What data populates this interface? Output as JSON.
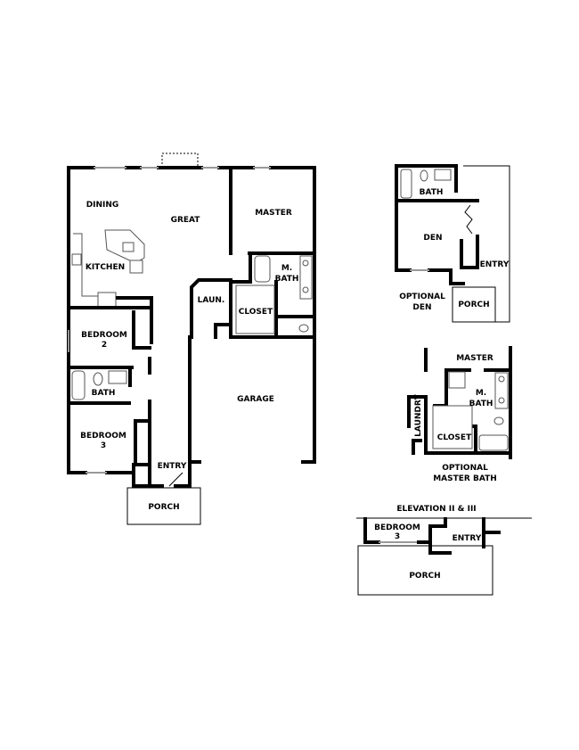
{
  "main_plan": {
    "rooms": {
      "dining": "DINING",
      "great": "GREAT",
      "master": "MASTER",
      "kitchen": "KITCHEN",
      "m_bath_1": "M.",
      "m_bath_2": "BATH",
      "laundry": "LAUN.",
      "closet": "CLOSET",
      "bedroom2_1": "BEDROOM",
      "bedroom2_2": "2",
      "bath": "BATH",
      "garage": "GARAGE",
      "bedroom3_1": "BEDROOM",
      "bedroom3_2": "3",
      "entry": "ENTRY",
      "porch": "PORCH"
    }
  },
  "optional_den": {
    "rooms": {
      "bath": "BATH",
      "den": "DEN",
      "entry": "ENTRY",
      "porch": "PORCH"
    },
    "caption_1": "OPTIONAL",
    "caption_2": "DEN"
  },
  "optional_master_bath": {
    "rooms": {
      "master": "MASTER",
      "m_bath_1": "M.",
      "m_bath_2": "BATH",
      "laundry": "LAUNDRY",
      "closet": "CLOSET"
    },
    "caption_1": "OPTIONAL",
    "caption_2": "MASTER BATH"
  },
  "elevation": {
    "title": "ELEVATION II & III",
    "rooms": {
      "bedroom3_1": "BEDROOM",
      "bedroom3_2": "3",
      "entry": "ENTRY",
      "porch": "PORCH"
    }
  }
}
